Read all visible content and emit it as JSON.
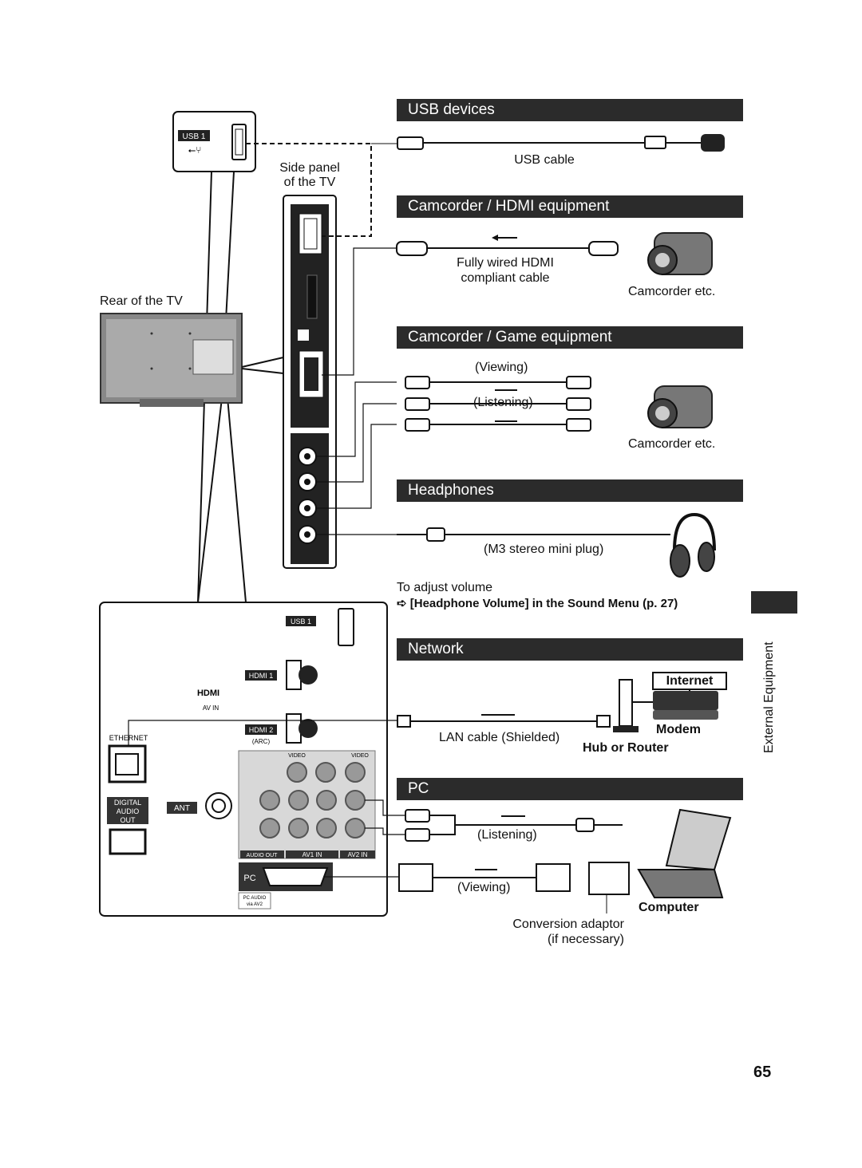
{
  "sections": {
    "usb": "USB devices",
    "hdmi": "Camcorder / HDMI equipment",
    "game": "Camcorder / Game equipment",
    "headphones": "Headphones",
    "network": "Network",
    "pc": "PC"
  },
  "labels": {
    "side_panel_1": "Side panel",
    "side_panel_2": "of the TV",
    "rear": "Rear of the TV",
    "usb_cable": "USB cable",
    "hdmi_cable_1": "Fully wired HDMI",
    "hdmi_cable_2": "compliant cable",
    "camcorder_1": "Camcorder etc.",
    "camcorder_2": "Camcorder etc.",
    "viewing_1": "(Viewing)",
    "listening_1": "(Listening)",
    "mini_plug": "(M3 stereo mini plug)",
    "adjust_volume": "To adjust volume",
    "volume_ref": "[Headphone Volume] in the Sound Menu (p. 27)",
    "internet": "Internet",
    "modem": "Modem",
    "lan_cable": "LAN cable (Shielded)",
    "hub_router": "Hub or Router",
    "listening_2": "(Listening)",
    "viewing_2": "(Viewing)",
    "computer": "Computer",
    "adaptor_1": "Conversion adaptor",
    "adaptor_2": "(if necessary)",
    "side_tab": "External Equipment",
    "page_number": "65"
  },
  "panel": {
    "usb1": "USB 1",
    "hdmi1": "HDMI 1",
    "hdmi2": "HDMI 2",
    "arc": "(ARC)",
    "hdmi_logo": "HDMI",
    "av_in": "AV IN",
    "ethernet": "ETHERNET",
    "digital_audio_out_1": "DIGITAL",
    "digital_audio_out_2": "AUDIO",
    "digital_audio_out_3": "OUT",
    "ant": "ANT",
    "video": "VIDEO",
    "audio_out": "AUDIO OUT",
    "av1_in": "AV1  IN",
    "av2_in": "AV2  IN",
    "pc": "PC",
    "pc_audio_1": "PC AUDIO",
    "pc_audio_2": "via AV2"
  }
}
